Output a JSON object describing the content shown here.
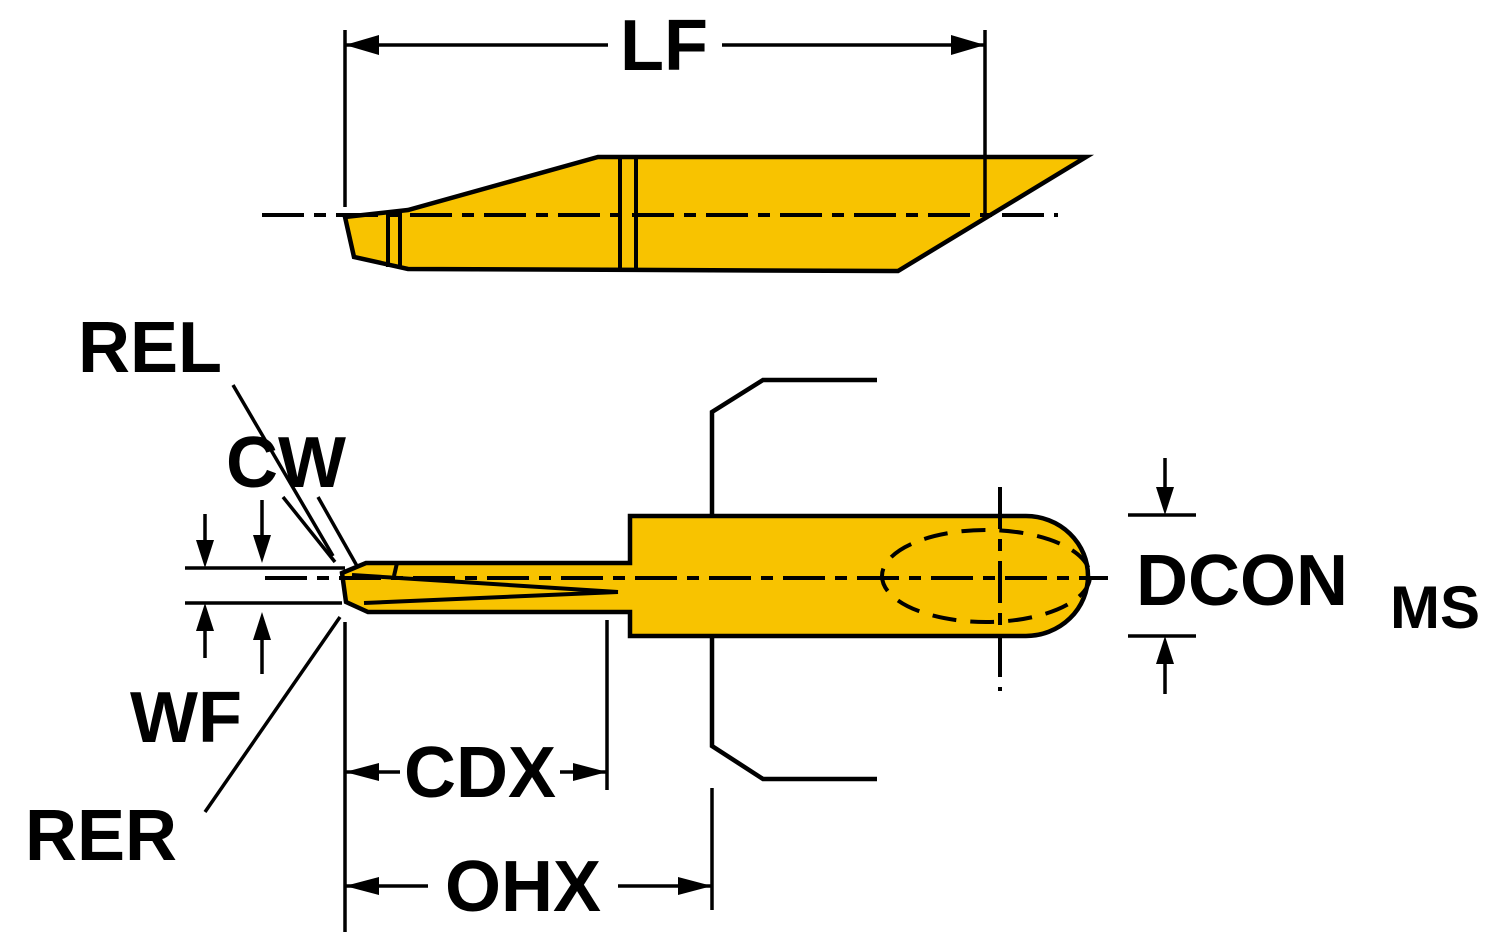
{
  "diagram": {
    "labels": {
      "lf": "LF",
      "rel": "REL",
      "cw": "CW",
      "wf": "WF",
      "rer": "RER",
      "cdx": "CDX",
      "ohx": "OHX",
      "dcon": "DCON",
      "ms": "MS"
    },
    "colors": {
      "insert": "#F8C300",
      "outline": "#000000",
      "background": "#FFFFFF"
    }
  }
}
